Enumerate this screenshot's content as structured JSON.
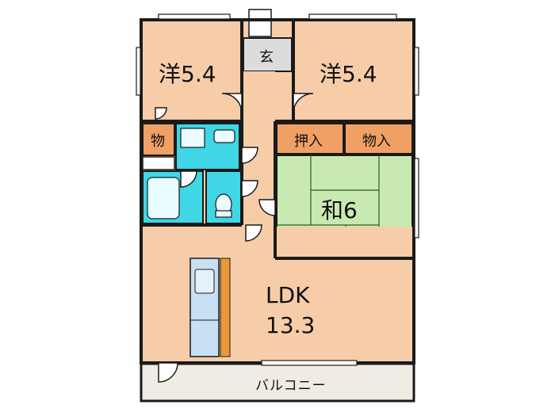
{
  "rooms": {
    "west_bedroom": {
      "label": "洋5.4"
    },
    "east_bedroom": {
      "label": "洋5.4"
    },
    "entrance": {
      "label": "玄"
    },
    "storage_left": {
      "label": "物"
    },
    "closet_oshiire": {
      "label": "押入"
    },
    "storage_right": {
      "label": "物入"
    },
    "japanese_room": {
      "label": "和6"
    },
    "ldk": {
      "label": "LDK",
      "area": "13.3"
    },
    "balcony": {
      "label": "バルコニー"
    }
  },
  "colors": {
    "wood_floor": "#f6cda8",
    "closet": "#f0a064",
    "tatami": "#c8eab0",
    "wet_area": "#3fd6e6",
    "entrance_tile": "#dcdcdc",
    "balcony": "#f0ebe3",
    "kitchen_counter": "#c8e0f4",
    "wall": "#1a1a1a"
  }
}
